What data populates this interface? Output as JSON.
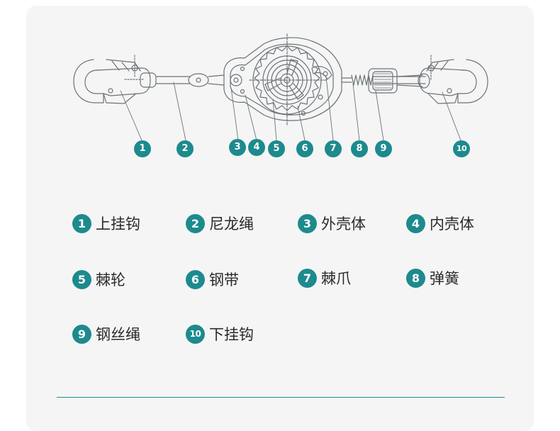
{
  "callouts": [
    "1",
    "2",
    "3",
    "4",
    "5",
    "6",
    "7",
    "8",
    "9",
    "10"
  ],
  "legend": [
    {
      "num": "1",
      "label": "上挂钩"
    },
    {
      "num": "2",
      "label": "尼龙绳"
    },
    {
      "num": "3",
      "label": "外壳体"
    },
    {
      "num": "4",
      "label": "内壳体"
    },
    {
      "num": "5",
      "label": "棘轮"
    },
    {
      "num": "6",
      "label": "钢带"
    },
    {
      "num": "7",
      "label": "棘爪"
    },
    {
      "num": "8",
      "label": "弹簧"
    },
    {
      "num": "9",
      "label": "钢丝绳"
    },
    {
      "num": "10",
      "label": "下挂钩"
    }
  ],
  "colors": {
    "accent": "#1d8a8e",
    "line": "#6b7378",
    "background": "#f5f5f5"
  }
}
